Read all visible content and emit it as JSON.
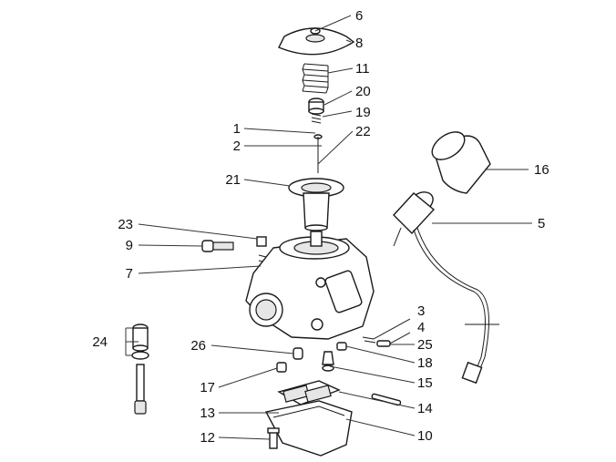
{
  "diagram": {
    "callouts": [
      {
        "id": "c6",
        "text": "6"
      },
      {
        "id": "c8",
        "text": "8"
      },
      {
        "id": "c11",
        "text": "11"
      },
      {
        "id": "c20",
        "text": "20"
      },
      {
        "id": "c19",
        "text": "19"
      },
      {
        "id": "c22",
        "text": "22"
      },
      {
        "id": "c1",
        "text": "1"
      },
      {
        "id": "c2",
        "text": "2"
      },
      {
        "id": "c21",
        "text": "21"
      },
      {
        "id": "c16",
        "text": "16"
      },
      {
        "id": "c5",
        "text": "5"
      },
      {
        "id": "c23",
        "text": "23"
      },
      {
        "id": "c9",
        "text": "9"
      },
      {
        "id": "c7",
        "text": "7"
      },
      {
        "id": "c3",
        "text": "3"
      },
      {
        "id": "c4",
        "text": "4"
      },
      {
        "id": "c24",
        "text": "24"
      },
      {
        "id": "c25",
        "text": "25"
      },
      {
        "id": "c26",
        "text": "26"
      },
      {
        "id": "c18",
        "text": "18"
      },
      {
        "id": "c15",
        "text": "15"
      },
      {
        "id": "c17",
        "text": "17"
      },
      {
        "id": "c14",
        "text": "14"
      },
      {
        "id": "c13",
        "text": "13"
      },
      {
        "id": "c10",
        "text": "10"
      },
      {
        "id": "c12",
        "text": "12"
      }
    ]
  }
}
